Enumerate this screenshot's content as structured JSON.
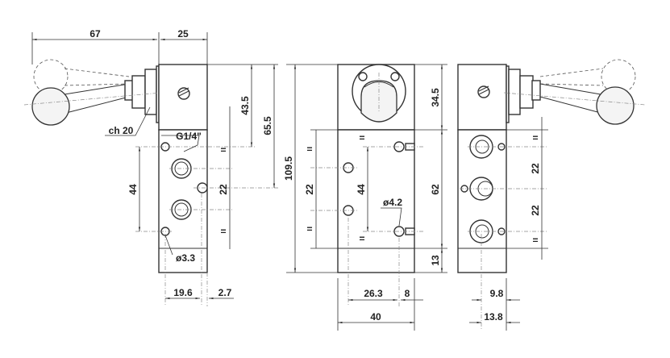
{
  "title": "Manual lever valve dimensional drawing",
  "side_view": {
    "dim_lever_length": "67",
    "dim_body_width": "25",
    "dim_head_height": "43.5",
    "dim_to_center": "65.5",
    "dim_total_height": "109.5",
    "dim_hole_spacing": "44",
    "dim_port_pitch": "22",
    "equal_mark_top": "=",
    "equal_mark_bottom": "=",
    "wrench_size": "ch 20",
    "port_thread": "G1/4\"",
    "hole_diameter": "ø3.3",
    "dim_hole_offset": "19.6",
    "dim_edge_offset": "2.7"
  },
  "front_view": {
    "dim_head": "34.5",
    "dim_body": "62",
    "dim_base": "13",
    "dim_hole_pitch": "22",
    "dim_hole_spacing": "44",
    "hole_diameter": "ø4.2",
    "dim_hole_x": "26.3",
    "dim_hole_edge": "8",
    "dim_width": "40",
    "equal_mark": "="
  },
  "rear_view": {
    "dim_pitch_1": "22",
    "dim_pitch_2": "22",
    "dim_port_offset": "9.8",
    "dim_port_offset_2": "13.8",
    "equal_mark": "="
  }
}
